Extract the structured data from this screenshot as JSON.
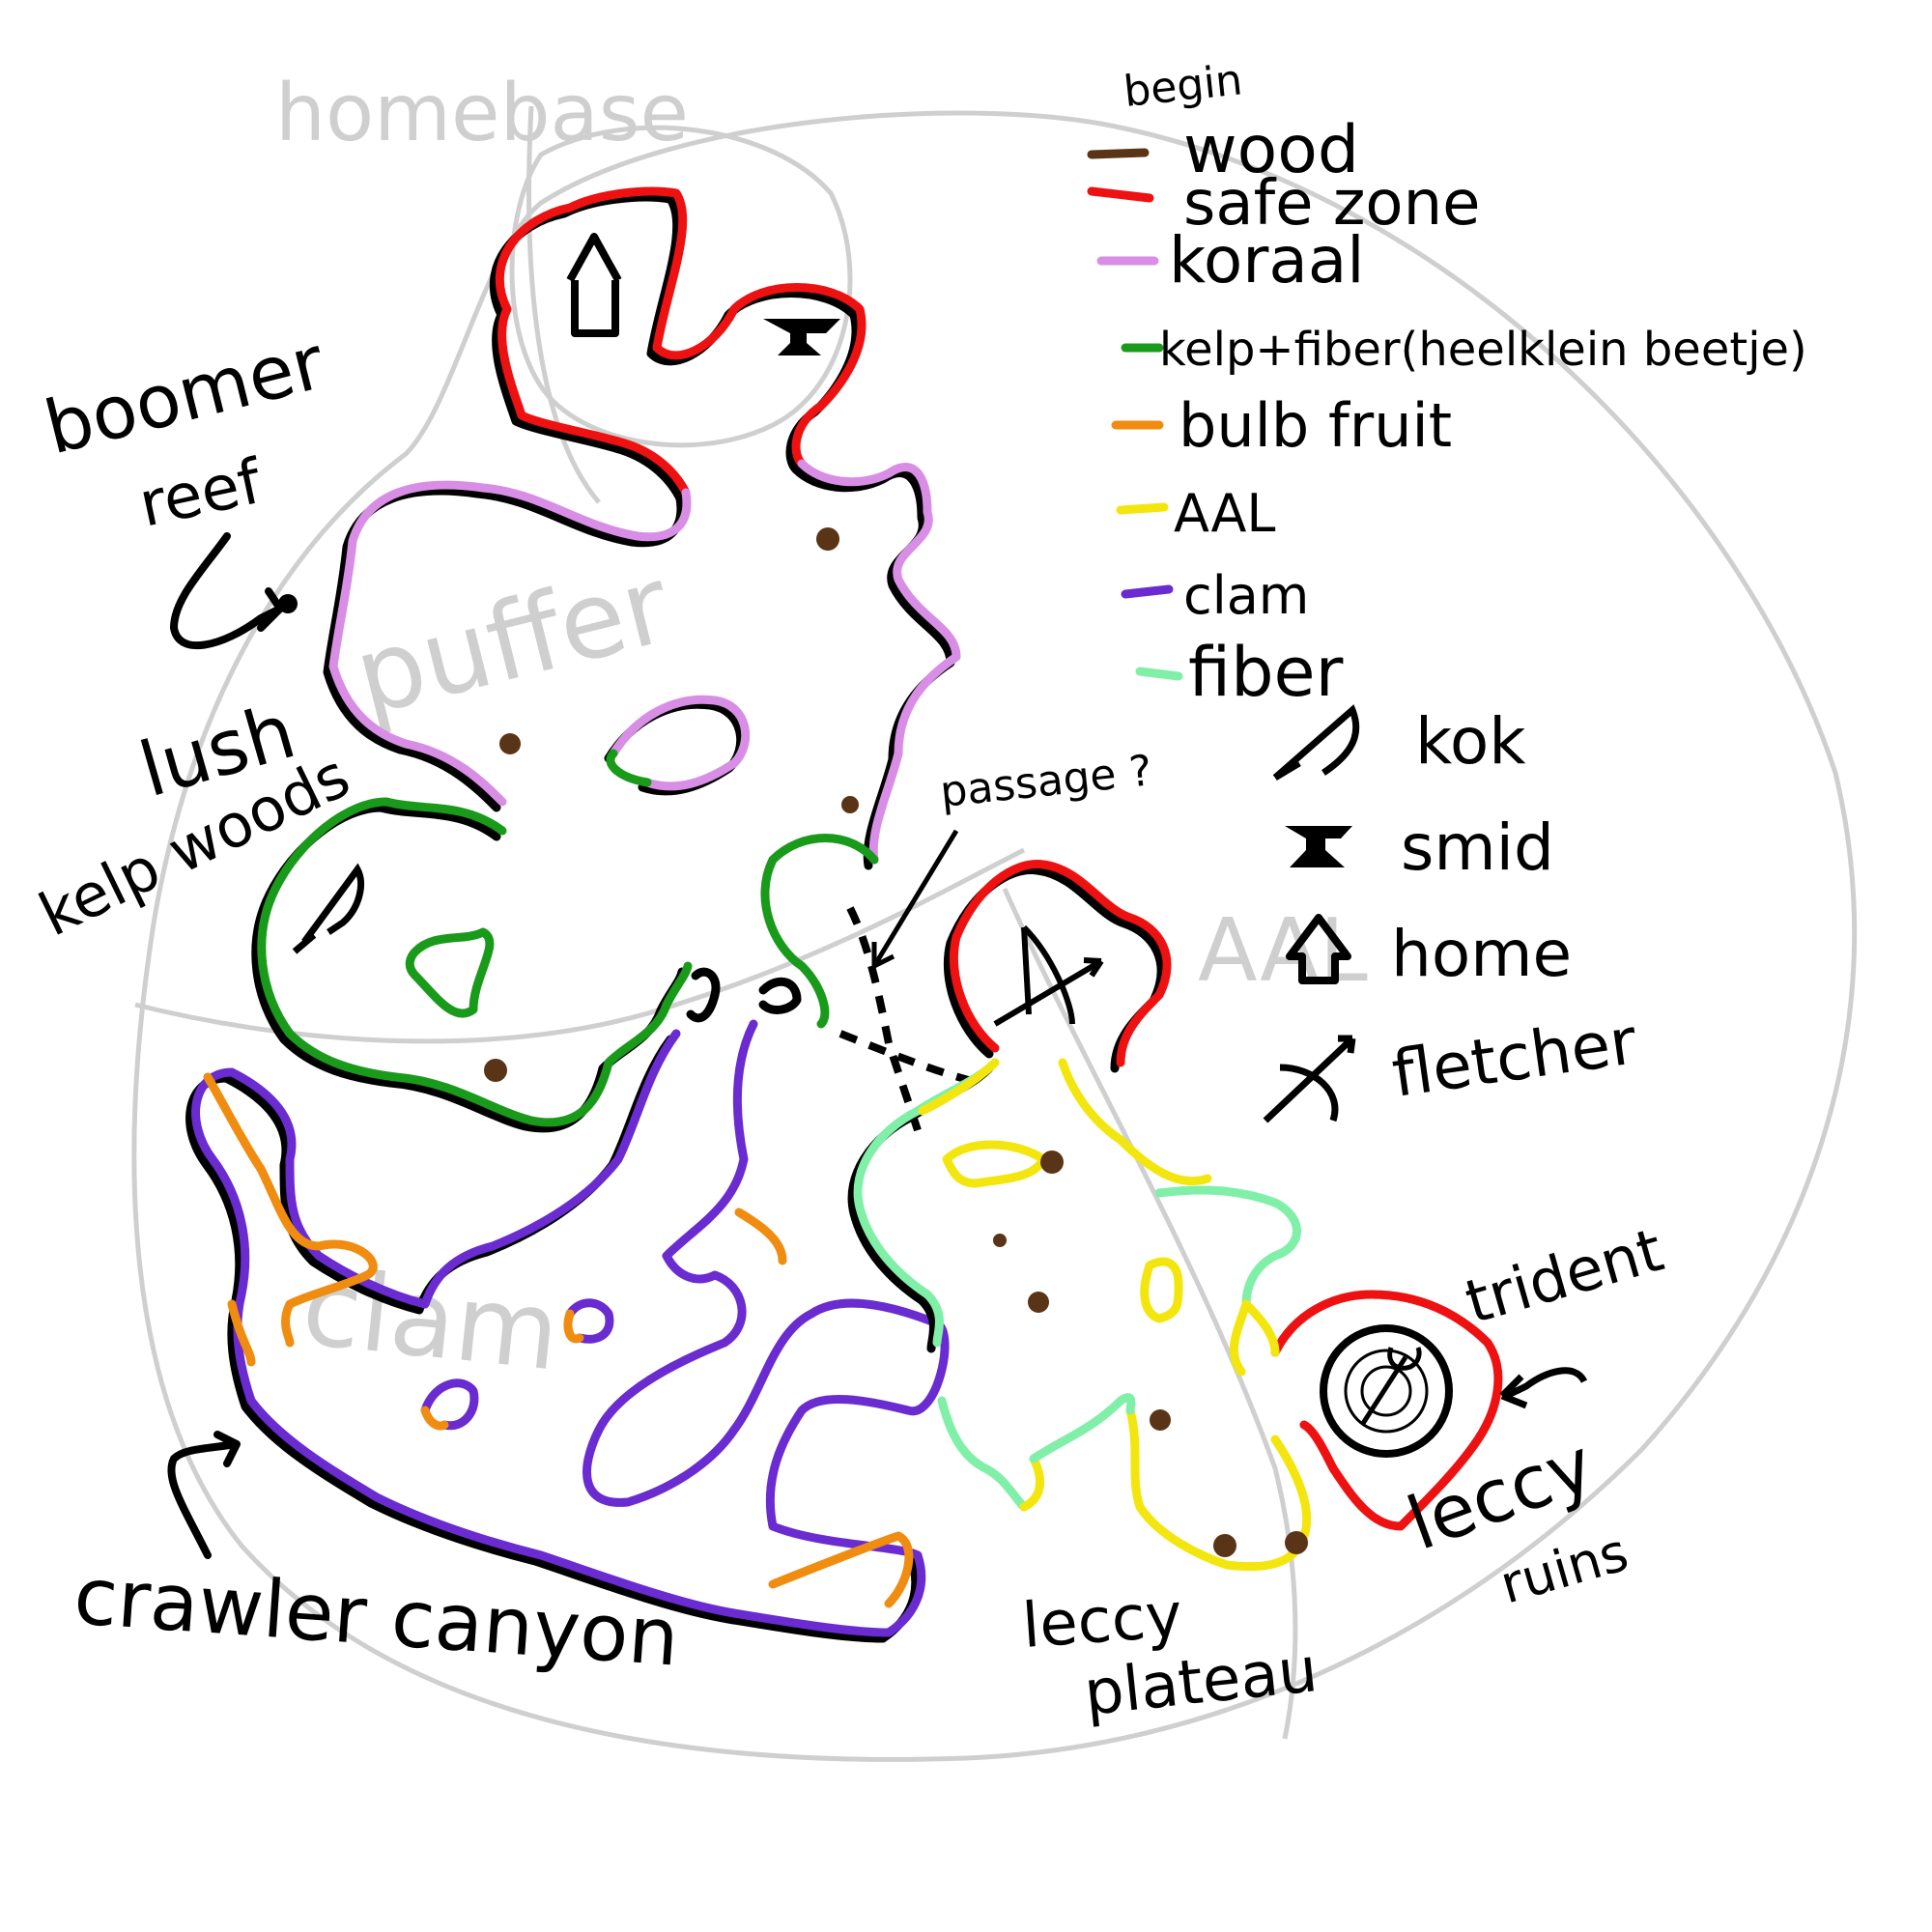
{
  "colors": {
    "wood": "#5a3416",
    "safe_zone": "#ee1111",
    "koraal": "#d98ee6",
    "kelp_fiber": "#1a9a1a",
    "bulb_fruit": "#f08c10",
    "aal": "#f3e60f",
    "clam": "#6a2bd1",
    "fiber": "#80f0a8",
    "ghost": "#cfcfcf",
    "ink": "#000000"
  },
  "legend": {
    "begin": "begin",
    "items": [
      {
        "swatch": "wood",
        "label": "wood"
      },
      {
        "swatch": "safe_zone",
        "label": "safe zone"
      },
      {
        "swatch": "koraal",
        "label": "koraal"
      },
      {
        "swatch": "kelp_fiber",
        "label": "kelp+fiber(heelklein beetje)"
      },
      {
        "swatch": "bulb_fruit",
        "label": "bulb fruit"
      },
      {
        "swatch": "aal",
        "label": "AAL"
      },
      {
        "swatch": "clam",
        "label": "clam"
      },
      {
        "swatch": "fiber",
        "label": "fiber"
      }
    ],
    "icons": [
      {
        "icon": "knife-icon",
        "label": "kok"
      },
      {
        "icon": "anvil-icon",
        "label": "smid"
      },
      {
        "icon": "house-icon",
        "label": "home"
      },
      {
        "icon": "bow-arrow-icon",
        "label": "fletcher"
      }
    ]
  },
  "regions": {
    "boomer_reef_1": "boomer",
    "boomer_reef_2": "reef",
    "lush_1": "lush",
    "lush_2": "kelp woods",
    "passage": "passage ?",
    "crawler_canyon": "crawler canyon",
    "leccy_plateau_1": "leccy",
    "leccy_plateau_2": "plateau",
    "leccy_ruins_1": "leccy",
    "leccy_ruins_2": "ruins",
    "trident": "trident"
  },
  "ghost_labels": {
    "homebase": "homebase",
    "puffer": "puffer",
    "aal": "AAL",
    "clam": "clam"
  }
}
